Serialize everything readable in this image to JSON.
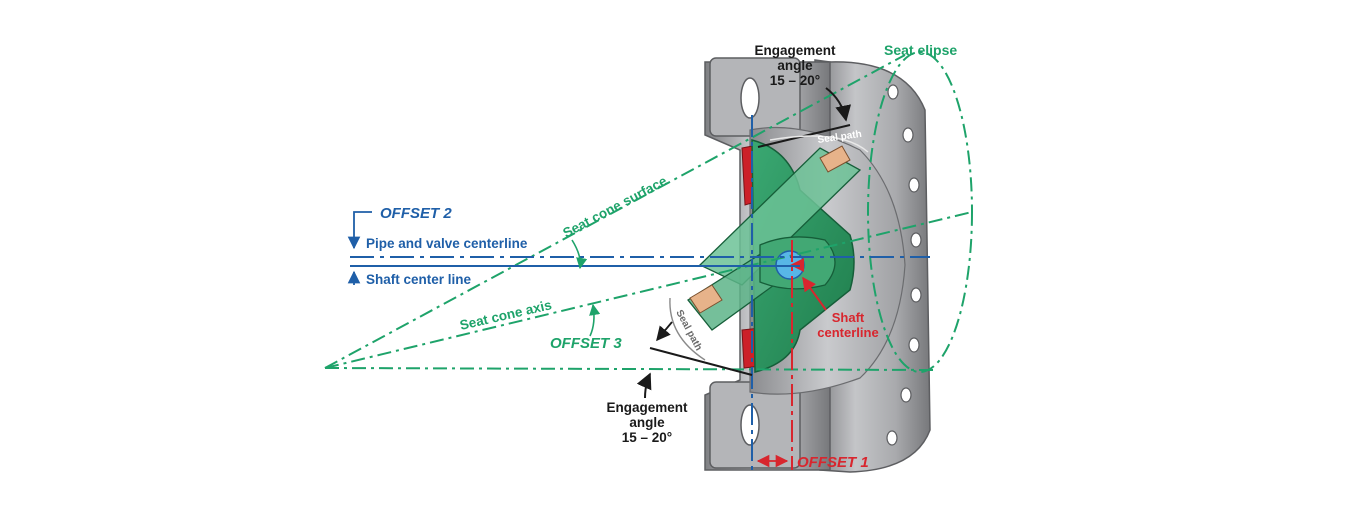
{
  "colors": {
    "blue": "#1f5fa8",
    "green": "#1ea36a",
    "red": "#d8262e",
    "body_gray": "#9a9a9c",
    "disc_green": "#2f9a64",
    "seat_red": "#cc2029",
    "black": "#1a1a1a"
  },
  "labels": {
    "offset2": "OFFSET 2",
    "pipe_centerline": "Pipe and valve centerline",
    "shaft_center_line": "Shaft center line",
    "seat_cone_surface": "Seat cone surface",
    "seat_cone_axis": "Seat cone axis",
    "offset3": "OFFSET 3",
    "offset1": "OFFSET 1",
    "seat_elipse": "Seat elipse",
    "shaft_centerline": [
      "Shaft",
      "centerline"
    ],
    "seal_path": "Seal path",
    "engagement_top": [
      "Engagement",
      "angle",
      "15 – 20°"
    ],
    "engagement_bottom": [
      "Engagement",
      "angle",
      "15 – 20°"
    ]
  }
}
